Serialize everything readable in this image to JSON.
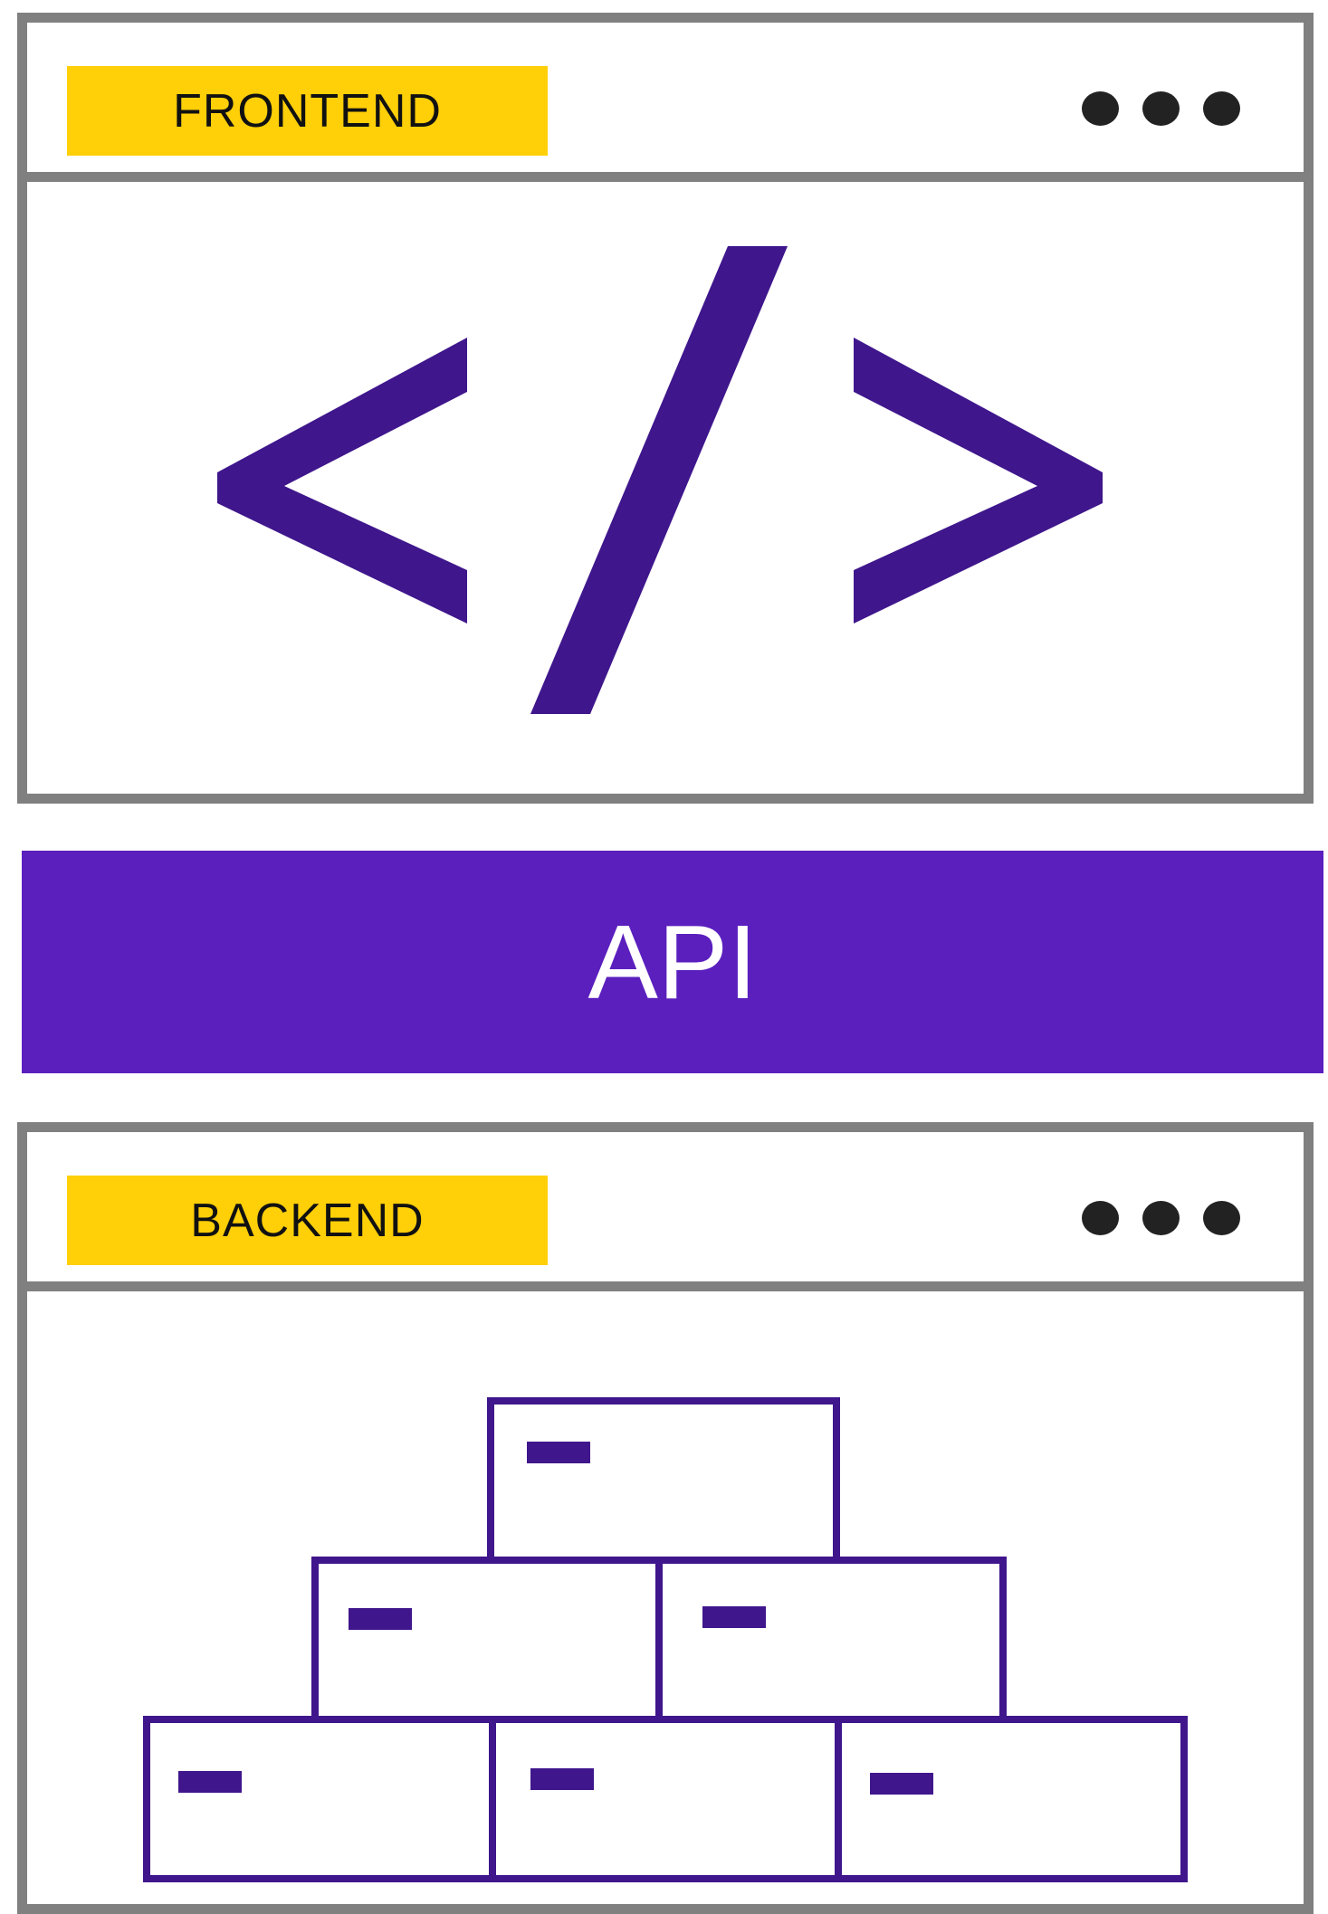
{
  "frontend": {
    "label": "FRONTEND",
    "icon": "code-icon",
    "code_glyph": "</>"
  },
  "api": {
    "label": "API"
  },
  "backend": {
    "label": "BACKEND",
    "icon": "stacked-boxes-icon"
  },
  "colors": {
    "window_border": "#808080",
    "label_background": "#FFCF07",
    "api_background": "#5B1FBE",
    "icon_purple": "#3F168C",
    "dot": "#222222"
  }
}
